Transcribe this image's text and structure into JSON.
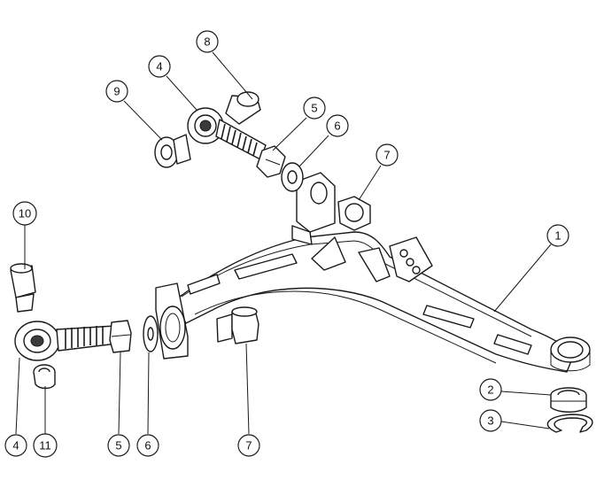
{
  "balloons": [
    {
      "id": "b8",
      "label": "8"
    },
    {
      "id": "b4t",
      "label": "4"
    },
    {
      "id": "b9",
      "label": "9"
    },
    {
      "id": "b5t",
      "label": "5"
    },
    {
      "id": "b6t",
      "label": "6"
    },
    {
      "id": "b7t",
      "label": "7"
    },
    {
      "id": "b1",
      "label": "1"
    },
    {
      "id": "b10",
      "label": "10"
    },
    {
      "id": "b2",
      "label": "2"
    },
    {
      "id": "b3",
      "label": "3"
    },
    {
      "id": "b4b",
      "label": "4"
    },
    {
      "id": "b11",
      "label": "11"
    },
    {
      "id": "b5b",
      "label": "5"
    },
    {
      "id": "b6b",
      "label": "6"
    },
    {
      "id": "b7b",
      "label": "7"
    }
  ]
}
